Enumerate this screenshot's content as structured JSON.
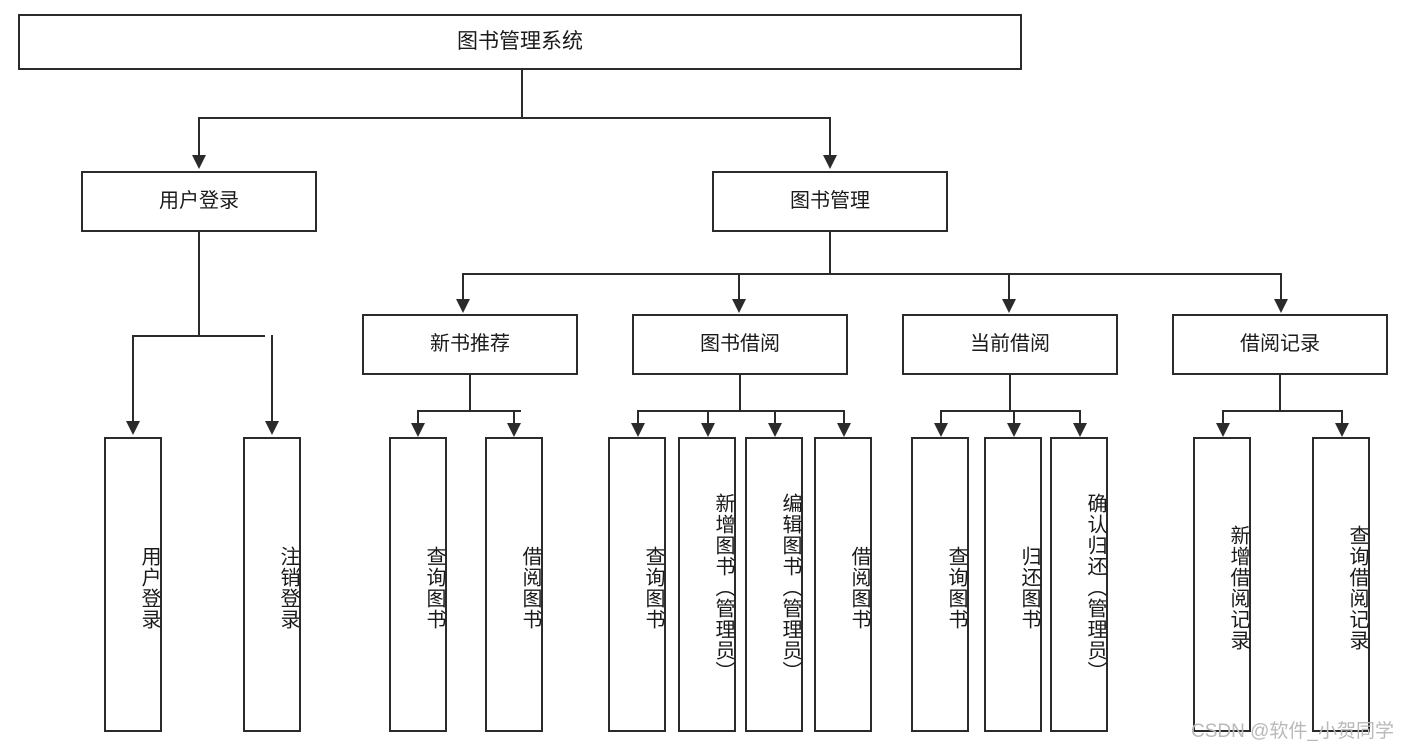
{
  "diagram": {
    "title": "图书管理系统",
    "type": "functional-structure-tree",
    "root": {
      "label": "图书管理系统"
    },
    "level2": [
      {
        "label": "用户登录"
      },
      {
        "label": "图书管理"
      }
    ],
    "level3": [
      {
        "label": "新书推荐"
      },
      {
        "label": "图书借阅"
      },
      {
        "label": "当前借阅"
      },
      {
        "label": "借阅记录"
      }
    ],
    "leaves": {
      "user_login": [
        {
          "label": "用户登录"
        },
        {
          "label": "注销登录"
        }
      ],
      "new_book_recommend": [
        {
          "label": "查询图书"
        },
        {
          "label": "借阅图书"
        }
      ],
      "book_borrow": [
        {
          "label": "查询图书"
        },
        {
          "label": "新增图书（管理员）"
        },
        {
          "label": "编辑图书（管理员）"
        },
        {
          "label": "借阅图书"
        }
      ],
      "current_borrow": [
        {
          "label": "查询图书"
        },
        {
          "label": "归还图书"
        },
        {
          "label": "确认归还（管理员）"
        }
      ],
      "borrow_records": [
        {
          "label": "新增借阅记录"
        },
        {
          "label": "查询借阅记录"
        }
      ]
    }
  },
  "watermark": {
    "text": "CSDN @软件_小贺同学",
    "color": "#b9b9b9"
  },
  "style": {
    "stroke": "#2b2b2b",
    "fill": "#ffffff",
    "text": "#1a1a1a"
  }
}
